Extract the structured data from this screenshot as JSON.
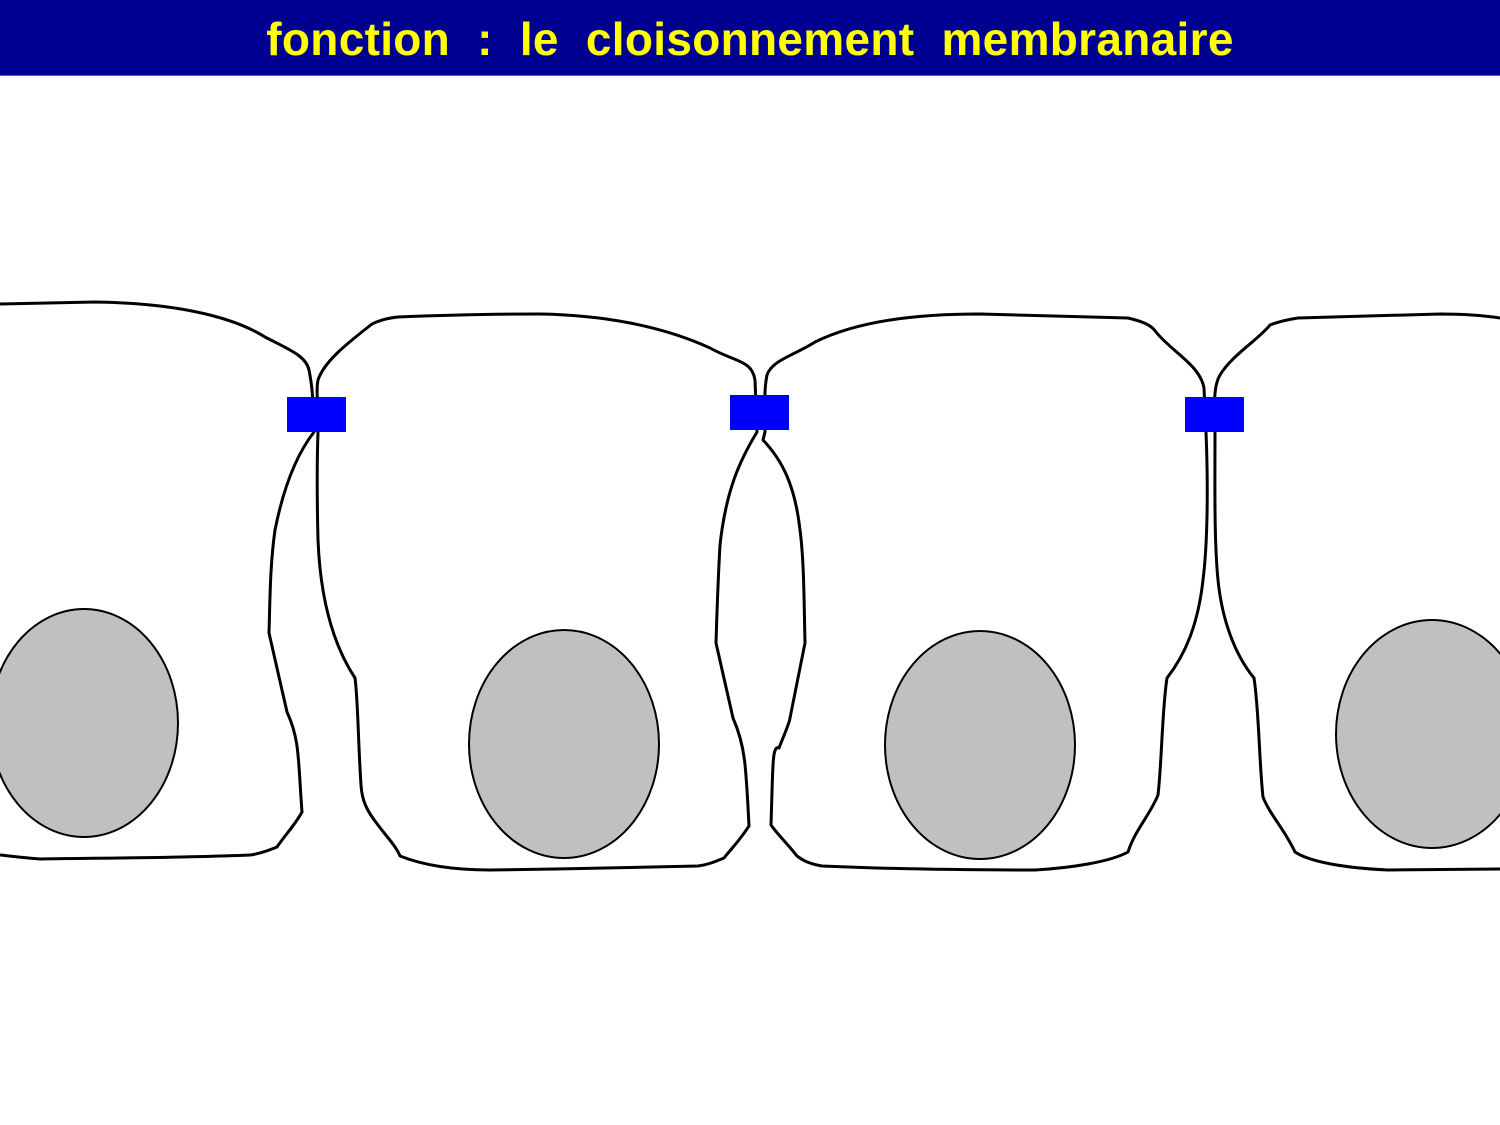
{
  "header": {
    "title": "fonction  :  le  cloisonnement  membranaire",
    "background": "#000090",
    "text_color": "#ffff00"
  },
  "diagram": {
    "description": "Row of epithelial cells with tight junctions (blue rectangles) at apical lateral contacts",
    "cell_count": 4,
    "junction_count": 3,
    "colors": {
      "membrane": "#000000",
      "nucleus_fill": "#c0c0c0",
      "junction": "#0000ff"
    }
  }
}
